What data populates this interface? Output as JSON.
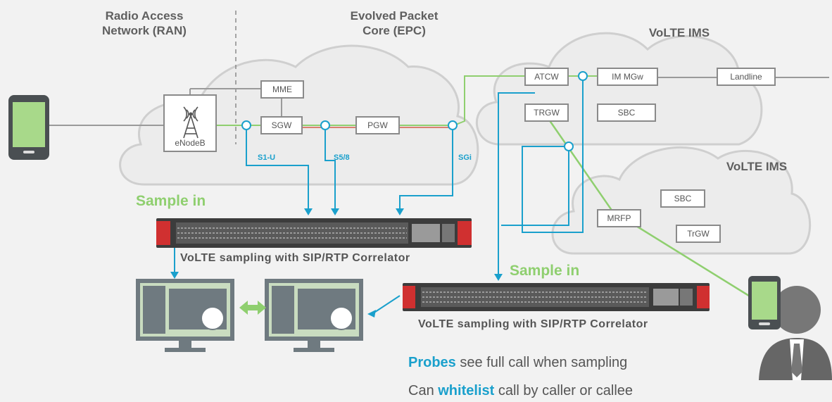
{
  "headers": {
    "ran": "Radio Access\nNetwork (RAN)",
    "epc": "Evolved Packet\nCore (EPC)",
    "ims1": "VoLTE IMS",
    "ims2": "VoLTE IMS"
  },
  "nodes": {
    "enodeb": "eNodeB",
    "mme": "MME",
    "sgw": "SGW",
    "pgw": "PGW",
    "atcw": "ATCW",
    "im_mgw": "IM MGw",
    "landline": "Landline",
    "trgw_upper": "TRGW",
    "sbc_upper": "SBC",
    "sbc_lower": "SBC",
    "mrfp": "MRFP",
    "trgw_lower": "TrGW"
  },
  "interfaces": {
    "s1u": "S1-U",
    "s58": "S5/8",
    "sgi": "SGi"
  },
  "samples": {
    "left": "Sample in",
    "right": "Sample in"
  },
  "captions": {
    "left": "VoLTE sampling with SIP/RTP Correlator",
    "right": "VoLTE sampling with SIP/RTP Correlator"
  },
  "notes": {
    "line1_hl": "Probes",
    "line1_rest": " see full call when sampling",
    "line2_pre": "Can ",
    "line2_hl": "whitelist",
    "line2_rest": " call by caller or callee"
  },
  "colors": {
    "cloud": "#eeeeee",
    "cloud_border": "#cdcdcd",
    "blue_link": "#1aa0cc",
    "green_link": "#8fcf6f",
    "red_link": "#d98070",
    "gray_link": "#9a9a9a",
    "device_red": "#d03030",
    "monitor": "#6f7a80"
  }
}
